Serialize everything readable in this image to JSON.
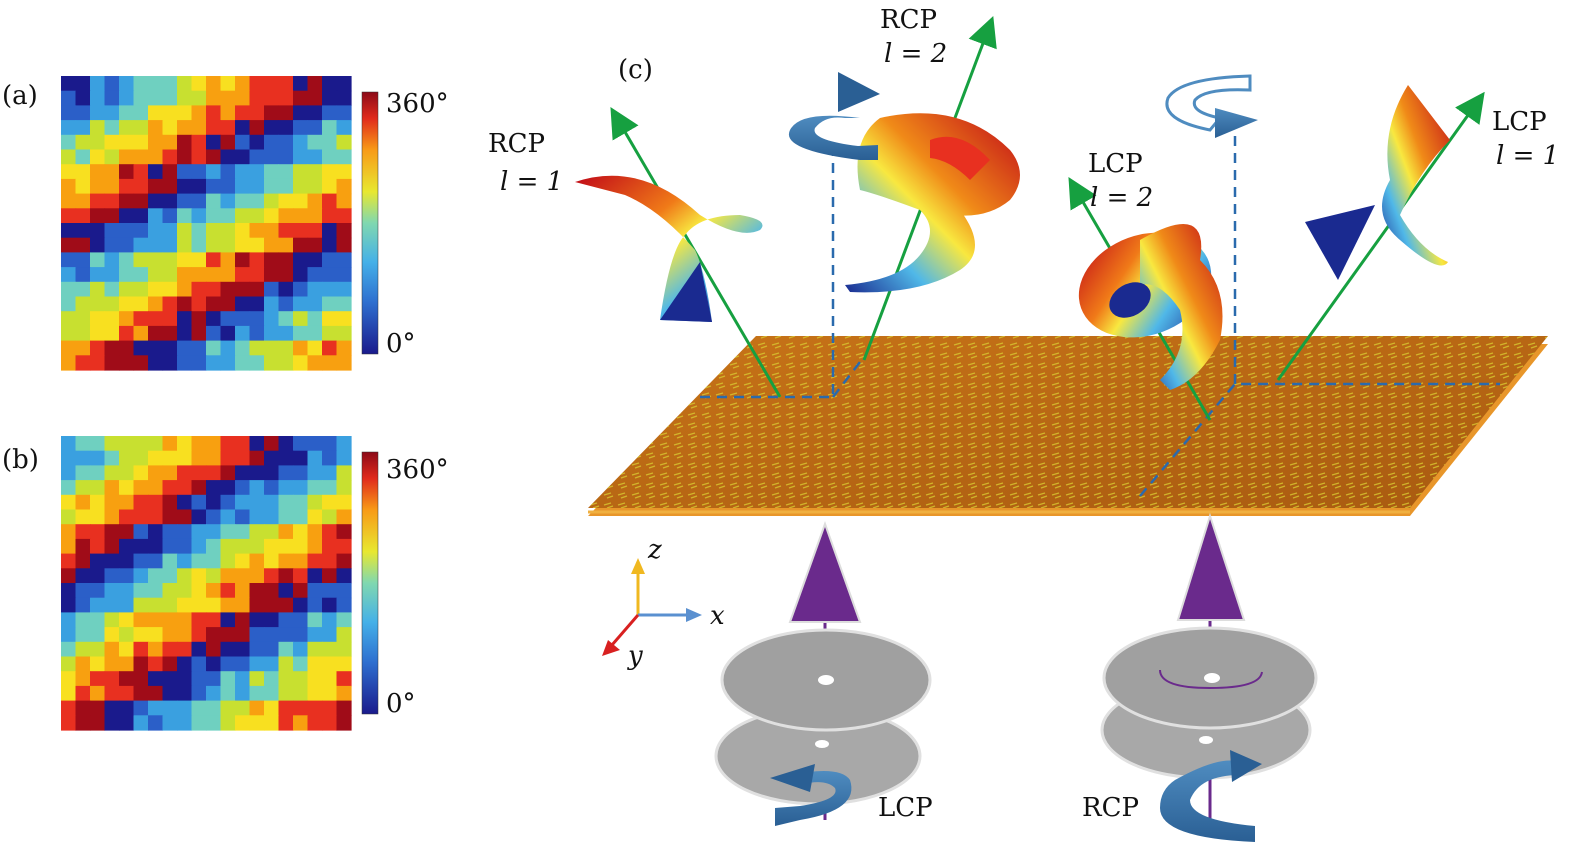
{
  "panels": {
    "a": {
      "label": "(a)",
      "cbar_max": "360°",
      "cbar_min": "0°"
    },
    "b": {
      "label": "(b)",
      "cbar_max": "360°",
      "cbar_min": "0°"
    },
    "c": {
      "label": "(c)"
    }
  },
  "beams": {
    "rcp1": {
      "pol": "RCP",
      "mode": "l = 1"
    },
    "rcp2": {
      "pol": "RCP",
      "mode": "l = 2"
    },
    "lcp2": {
      "pol": "LCP",
      "mode": "l = 2"
    },
    "lcp1": {
      "pol": "LCP",
      "mode": "l = 1"
    }
  },
  "incident": {
    "left": "LCP",
    "right": "RCP"
  },
  "axes": {
    "z": "z",
    "x": "x",
    "y": "y"
  },
  "colormap": [
    "#1a1a8c",
    "#2b5fc8",
    "#3aa0e0",
    "#6fd0c0",
    "#c8e030",
    "#f8e020",
    "#f8a010",
    "#e83020",
    "#a00c18"
  ]
}
